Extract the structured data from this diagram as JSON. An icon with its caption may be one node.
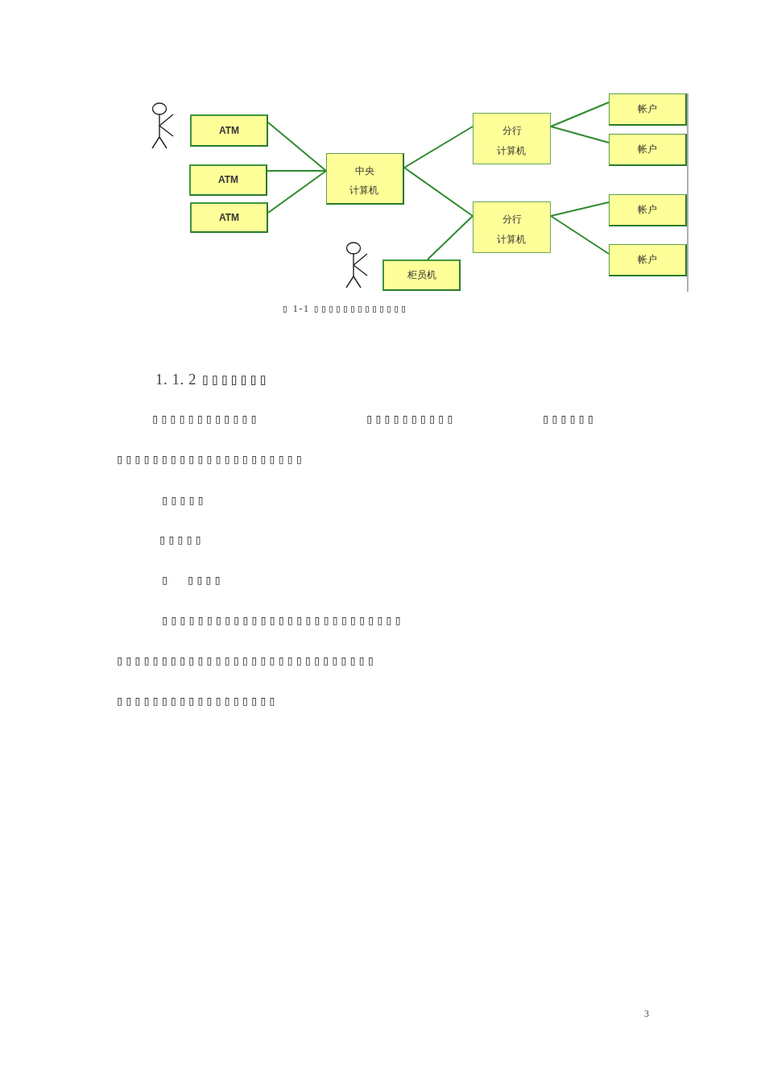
{
  "diagram": {
    "caption": "▯ 1-1 ▯▯▯▯▯▯▯▯▯▯▯▯▯",
    "nodes": [
      {
        "text": [
          "ATM"
        ]
      },
      {
        "text": [
          "ATM"
        ]
      },
      {
        "text": [
          "ATM"
        ]
      },
      {
        "text": [
          "中央计算机"
        ]
      },
      {
        "text": [
          "分行计算机"
        ]
      },
      {
        "text": [
          "分行计算机"
        ]
      },
      {
        "text": [
          "帐户"
        ]
      },
      {
        "text": [
          "帐户"
        ]
      },
      {
        "text": [
          "帐户"
        ]
      },
      {
        "text": [
          "帐户"
        ]
      },
      {
        "text": [
          "柜员机"
        ]
      }
    ],
    "edges": [
      {
        "from": 0,
        "to": 3,
        "arrow": "none"
      },
      {
        "from": 1,
        "to": 3,
        "arrow": "none"
      },
      {
        "from": 2,
        "to": 3,
        "arrow": "none"
      },
      {
        "from": 3,
        "to": 4,
        "arrow": "none"
      },
      {
        "from": 3,
        "to": 5,
        "arrow": "none"
      },
      {
        "from": 4,
        "to": 6,
        "arrow": "none"
      },
      {
        "from": 4,
        "to": 7,
        "arrow": "none"
      },
      {
        "from": 5,
        "to": 8,
        "arrow": "none"
      },
      {
        "from": 5,
        "to": 9,
        "arrow": "none"
      },
      {
        "from": 10,
        "to": 5,
        "arrow": "none"
      }
    ],
    "labels": [
      "1. 1. 2 ▯▯▯▯▯▯▯",
      "▯▯▯▯▯▯▯▯▯▯▯▯",
      "▯▯▯▯▯▯▯▯▯▯",
      "▯▯▯▯▯▯",
      "▯▯▯▯▯▯▯▯▯▯▯▯▯▯▯▯▯▯▯▯▯",
      "▯▯▯▯▯",
      "▯▯▯▯▯",
      "▯",
      "▯▯▯▯",
      "▯▯▯▯▯▯▯▯▯▯▯▯▯▯▯▯▯▯▯▯▯▯▯▯▯▯▯",
      "▯▯▯▯▯▯▯▯▯▯▯▯▯▯▯▯▯▯▯▯▯▯▯▯▯▯▯▯▯",
      "▯▯▯▯▯▯▯▯▯▯▯▯▯▯▯▯▯▯",
      "3"
    ]
  }
}
